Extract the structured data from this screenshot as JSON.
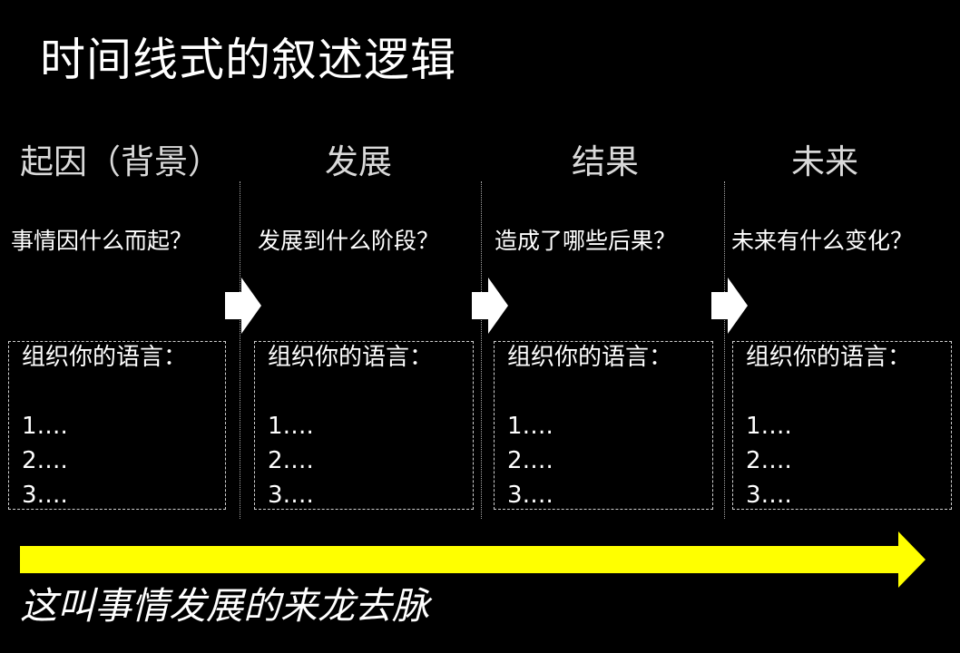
{
  "title": "时间线式的叙述逻辑",
  "stages": [
    {
      "heading": "起因（背景）",
      "question": "事情因什么而起？",
      "box_title": "组织你的语言：",
      "items": [
        "1….",
        "2….",
        "3…."
      ]
    },
    {
      "heading": "发展",
      "question": "发展到什么阶段？",
      "box_title": "组织你的语言：",
      "items": [
        "1….",
        "2….",
        "3…."
      ]
    },
    {
      "heading": "结果",
      "question": "造成了哪些后果？",
      "box_title": "组织你的语言：",
      "items": [
        "1….",
        "2….",
        "3…."
      ]
    },
    {
      "heading": "未来",
      "question": "未来有什么变化？",
      "box_title": "组织你的语言：",
      "items": [
        "1….",
        "2….",
        "3…."
      ]
    }
  ],
  "caption": "这叫事情发展的来龙去脉",
  "colors": {
    "background": "#000000",
    "text": "#ffffff",
    "heading": "#d9d9d9",
    "timeline": "#ffff00",
    "arrow": "#ffffff"
  }
}
